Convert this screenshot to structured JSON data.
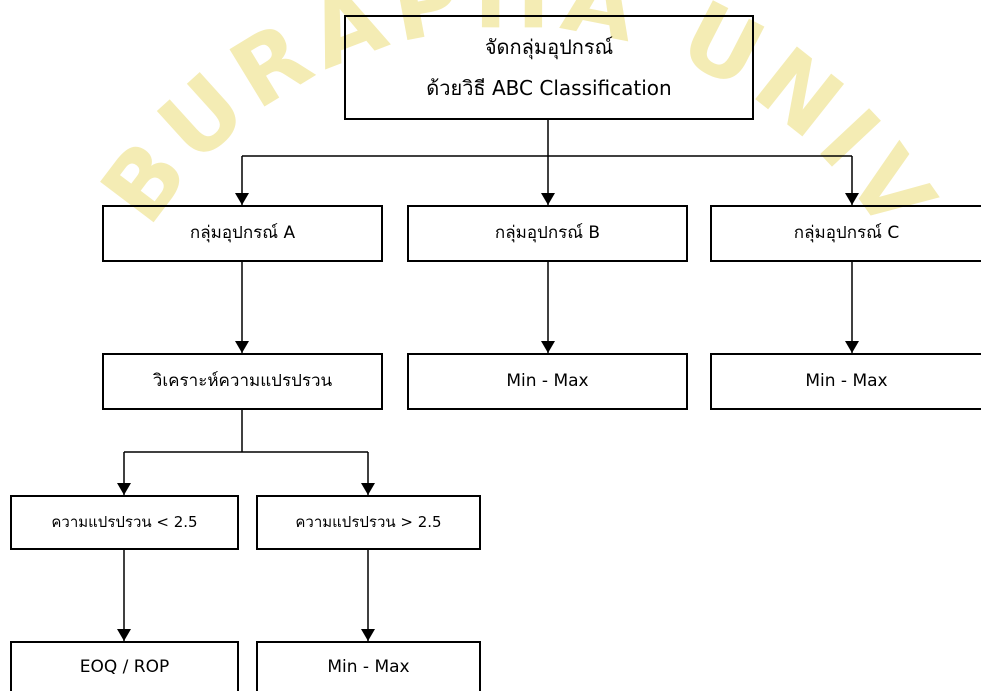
{
  "watermark": {
    "text": "BURAPHA UNIVERSITY",
    "color": "#f2e9a6"
  },
  "root": {
    "line1": "จัดกลุ่มอุปกรณ์",
    "line2": "ด้วยวิธี ABC Classification"
  },
  "groups": {
    "a": "กลุ่มอุปกรณ์ A",
    "b": "กลุ่มอุปกรณ์ B",
    "c": "กลุ่มอุปกรณ์ C"
  },
  "level3": {
    "a": "วิเคราะห์ความแปรปรวน",
    "b": "Min - Max",
    "c": "Min - Max"
  },
  "variance": {
    "low": "ความแปรปรวน < 2.5",
    "high": "ความแปรปรวน > 2.5"
  },
  "methods": {
    "low": "EOQ / ROP",
    "high": "Min - Max"
  }
}
